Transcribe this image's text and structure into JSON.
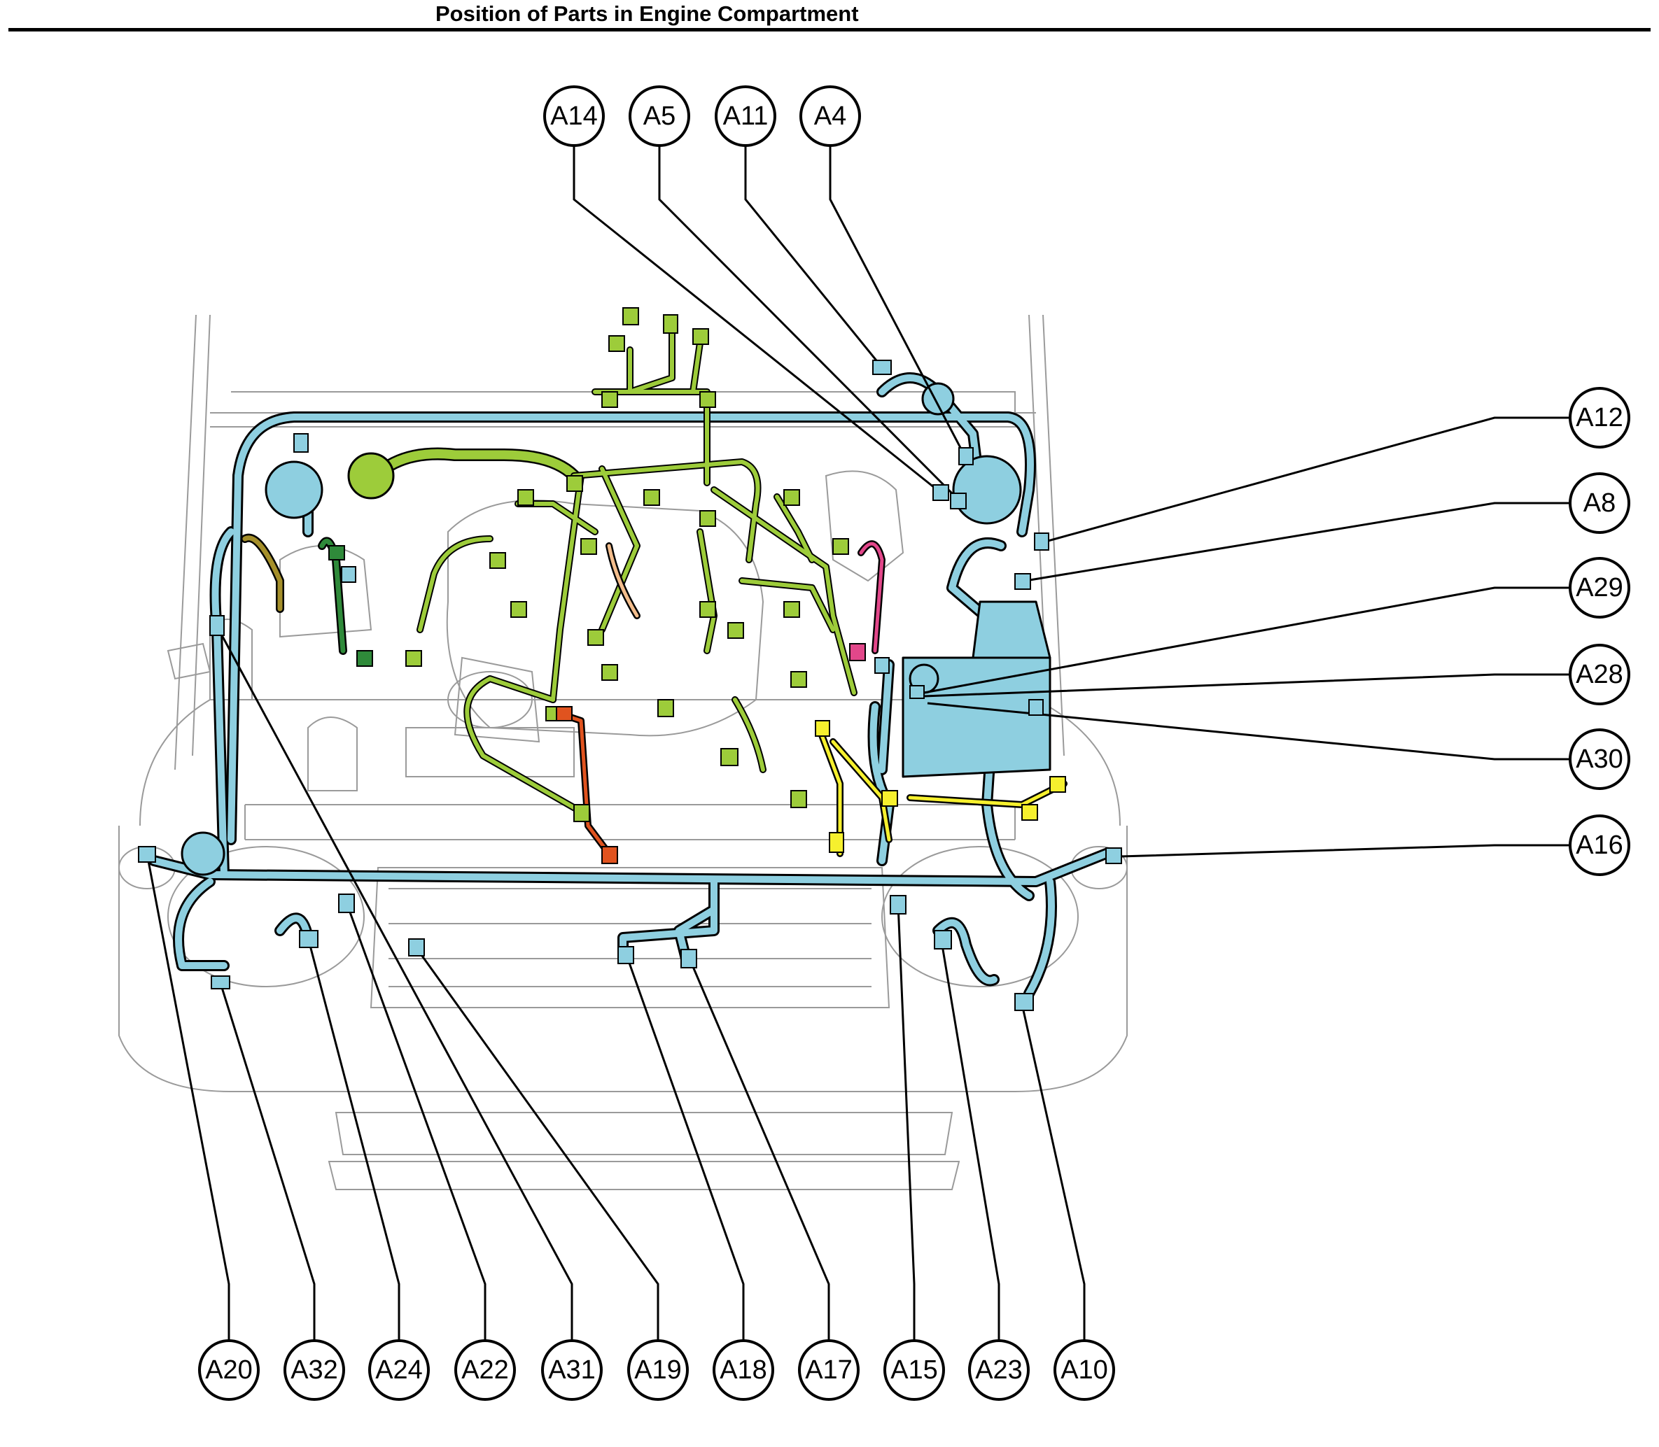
{
  "title": "Position of Parts in Engine Compartment",
  "colors": {
    "body_harness": "#8ecfe0",
    "engine_harness": "#9dcc3a",
    "engine_harness_dark": "#6f9a1c",
    "yellow_harness": "#f6f02e",
    "pink_harness": "#e2478a",
    "orange_harness": "#e0531f",
    "peach_harness": "#f3bd8c",
    "dark_green_harness": "#2f8a3a",
    "olive_harness": "#a58f2a",
    "outline": "#000000",
    "vehicle_lines": "#9a9a9a"
  },
  "callouts": {
    "top": [
      "A14",
      "A5",
      "A11",
      "A4"
    ],
    "right": [
      "A12",
      "A8",
      "A29",
      "A28",
      "A30",
      "A16"
    ],
    "bottom": [
      "A20",
      "A32",
      "A24",
      "A22",
      "A31",
      "A19",
      "A18",
      "A17",
      "A15",
      "A23",
      "A10"
    ]
  }
}
